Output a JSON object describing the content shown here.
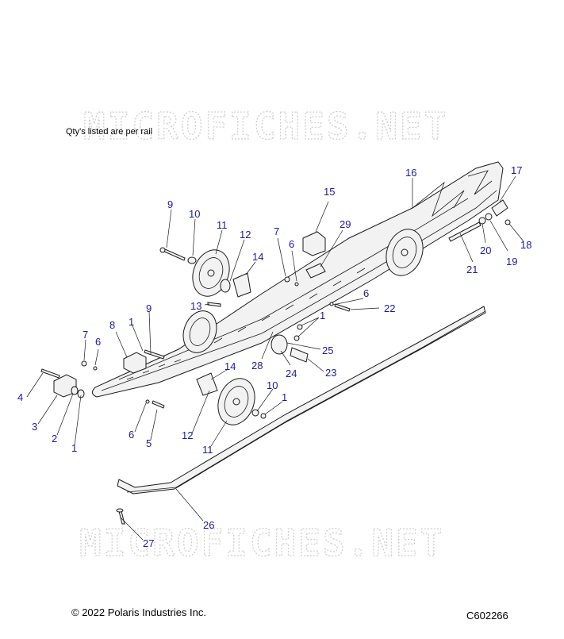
{
  "watermark": "MICROFICHES.NET",
  "note": "Qty's listed are per rail",
  "copyright": "© 2022 Polaris Industries Inc.",
  "diagram_code": "C602266",
  "callouts": [
    {
      "id": "c9a",
      "text": "9"
    },
    {
      "id": "c10a",
      "text": "10"
    },
    {
      "id": "c11a",
      "text": "11"
    },
    {
      "id": "c12a",
      "text": "12"
    },
    {
      "id": "c14a",
      "text": "14"
    },
    {
      "id": "c7a",
      "text": "7"
    },
    {
      "id": "c6a",
      "text": "6"
    },
    {
      "id": "c15",
      "text": "15"
    },
    {
      "id": "c29",
      "text": "29"
    },
    {
      "id": "c16",
      "text": "16"
    },
    {
      "id": "c17",
      "text": "17"
    },
    {
      "id": "c18",
      "text": "18"
    },
    {
      "id": "c20",
      "text": "20"
    },
    {
      "id": "c19",
      "text": "19"
    },
    {
      "id": "c21",
      "text": "21"
    },
    {
      "id": "c13",
      "text": "13"
    },
    {
      "id": "c6b",
      "text": "6"
    },
    {
      "id": "c22",
      "text": "22"
    },
    {
      "id": "c9b",
      "text": "9"
    },
    {
      "id": "c1a",
      "text": "1"
    },
    {
      "id": "c8",
      "text": "8"
    },
    {
      "id": "c7b",
      "text": "7"
    },
    {
      "id": "c6c",
      "text": "6"
    },
    {
      "id": "c1b",
      "text": "1"
    },
    {
      "id": "c25",
      "text": "25"
    },
    {
      "id": "c28",
      "text": "28"
    },
    {
      "id": "c24",
      "text": "24"
    },
    {
      "id": "c23",
      "text": "23"
    },
    {
      "id": "c14b",
      "text": "14"
    },
    {
      "id": "c10b",
      "text": "10"
    },
    {
      "id": "c1c",
      "text": "1"
    },
    {
      "id": "c4",
      "text": "4"
    },
    {
      "id": "c3",
      "text": "3"
    },
    {
      "id": "c2",
      "text": "2"
    },
    {
      "id": "c1d",
      "text": "1"
    },
    {
      "id": "c6d",
      "text": "6"
    },
    {
      "id": "c5",
      "text": "5"
    },
    {
      "id": "c12b",
      "text": "12"
    },
    {
      "id": "c11b",
      "text": "11"
    },
    {
      "id": "c26",
      "text": "26"
    },
    {
      "id": "c27",
      "text": "27"
    }
  ]
}
